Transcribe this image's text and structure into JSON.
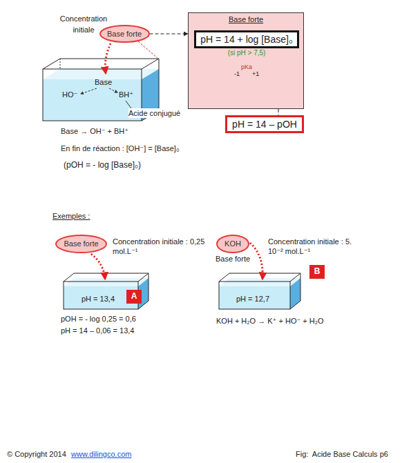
{
  "diagram": {
    "nodes": [
      {
        "text": [
          "Base forte"
        ]
      },
      {
        "text": [
          "Base forte"
        ]
      },
      {
        "text": [
          "pH = 14 + log [Base]₀"
        ],
        "in": 1
      },
      {
        "text": [
          "pH = 14 – pOH"
        ]
      },
      {
        "text": [
          "Base forte"
        ]
      },
      {
        "text": [
          "A"
        ]
      },
      {
        "text": [
          "KOH",
          "Base forte"
        ]
      },
      {
        "text": [
          "B"
        ]
      }
    ],
    "edges": [
      {
        "from": 0,
        "to": 1,
        "arrow": "to"
      },
      {
        "from": 1,
        "to": 3,
        "arrow": "none"
      }
    ],
    "labels": [
      "Concentration initiale",
      "Base",
      "HO⁻",
      "BH⁺",
      "Acide conjugué",
      "(si pH > 7,5)",
      "pKa",
      "-1",
      "+1",
      "Base → OH⁻ + BH⁺",
      "En fin de réaction : [OH⁻] = [Base]₀",
      "(pOH = - log [Base]₀)",
      "Exemples :",
      "Concentration initiale : 0,25 mol.L⁻¹",
      "pH = 13,4",
      "pOH = - log 0,25 = 0,6",
      "pH = 14 – 0,06 = 13,4",
      "Concentration initiale : 5. 10⁻² mol.L⁻¹",
      "pH = 12,7",
      "KOH + H₂O → K⁺ + HO⁻ + H₂O",
      "© Copyright 2014",
      "www.dilingco.com",
      "Fig:  Acide Base Calculs p6"
    ]
  }
}
